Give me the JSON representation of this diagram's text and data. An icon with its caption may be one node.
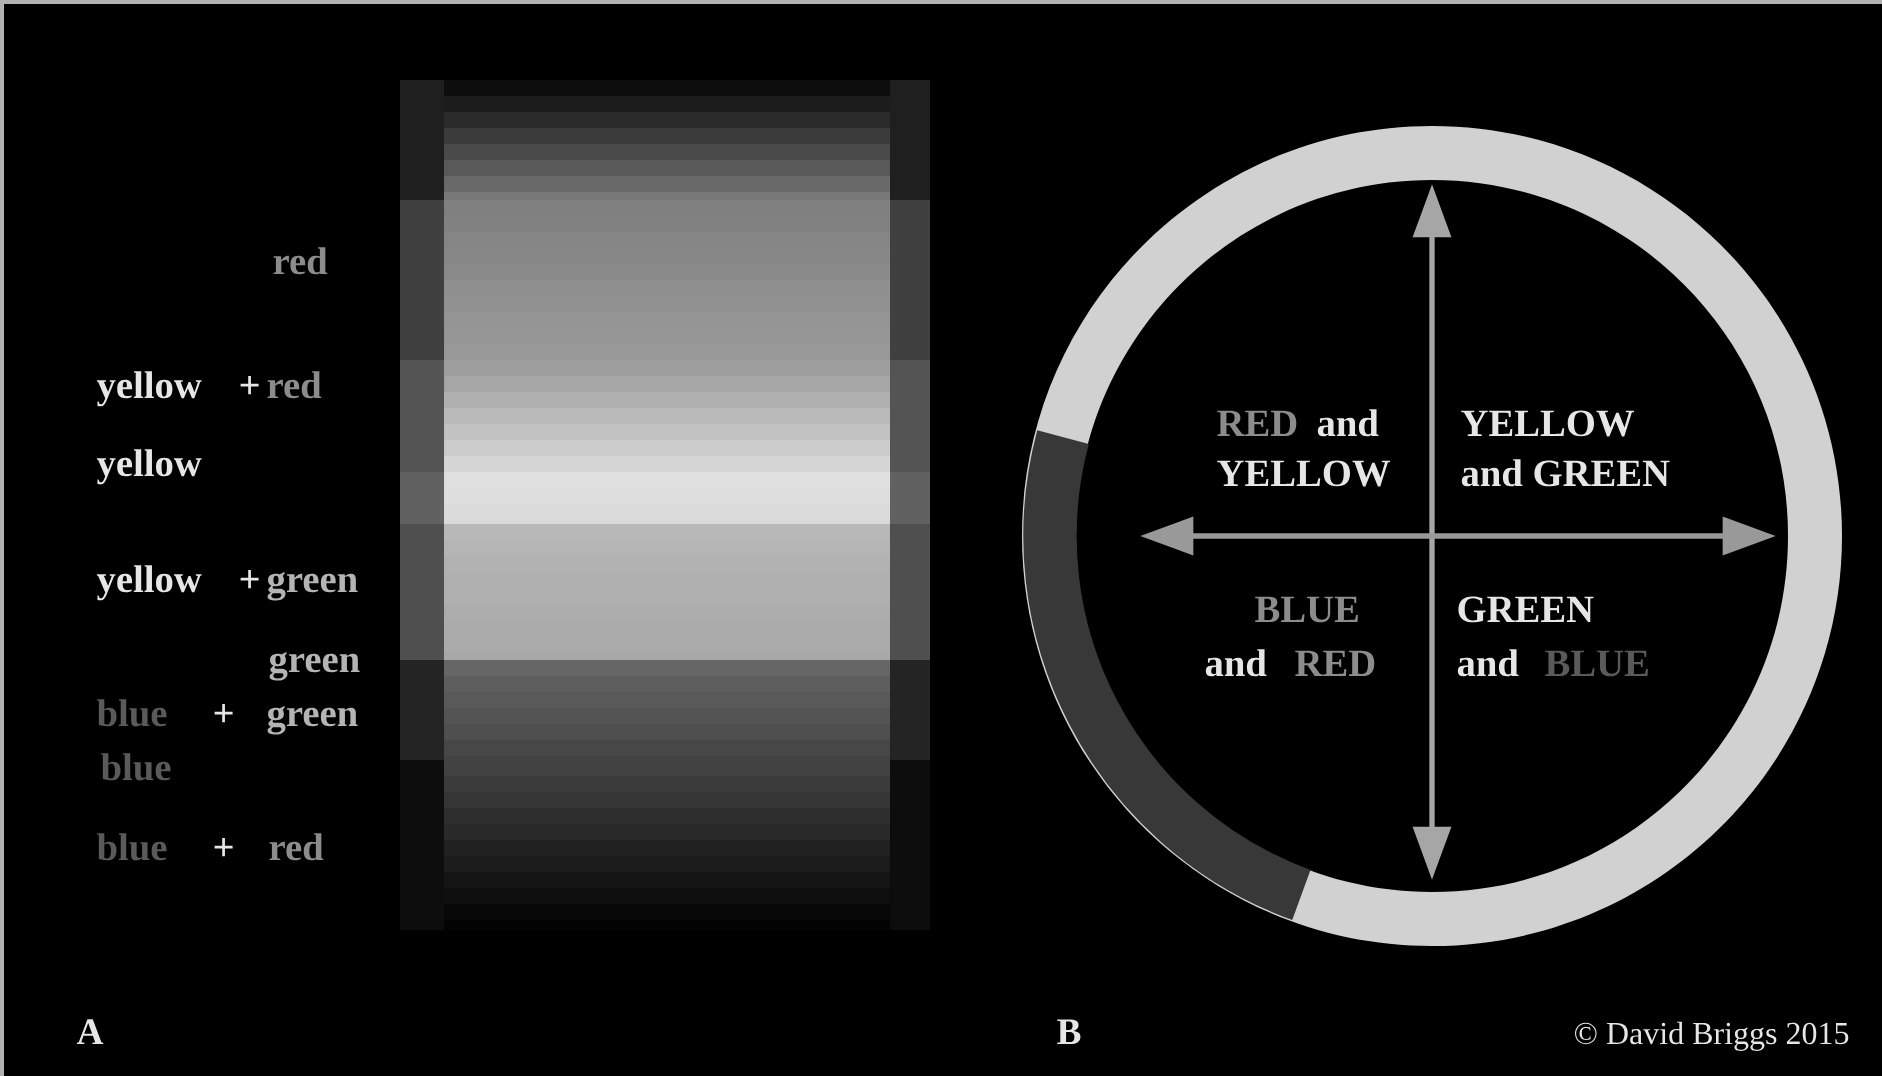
{
  "diagram": {
    "labels": [
      "red",
      "yellow",
      "+",
      "red",
      "yellow",
      "yellow",
      "+",
      "green",
      "green",
      "blue",
      "+",
      "green",
      "blue",
      "blue",
      "+",
      "red",
      "RED",
      "and",
      "YELLOW",
      "YELLOW",
      "and GREEN",
      "BLUE",
      "GREEN",
      "and",
      "RED",
      "and",
      "BLUE",
      "A",
      "B",
      "© David Briggs 2015"
    ]
  }
}
